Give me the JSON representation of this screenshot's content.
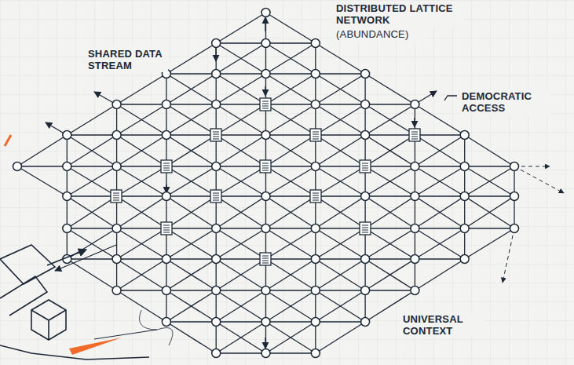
{
  "diagram": {
    "labels": [
      "DISTRIBUTED LATTICE NETWORK",
      "(ABUNDANCE)",
      "SHARED DATA STREAM",
      "DEMOCRATIC ACCESS",
      "UNIVERSAL CONTEXT"
    ]
  }
}
